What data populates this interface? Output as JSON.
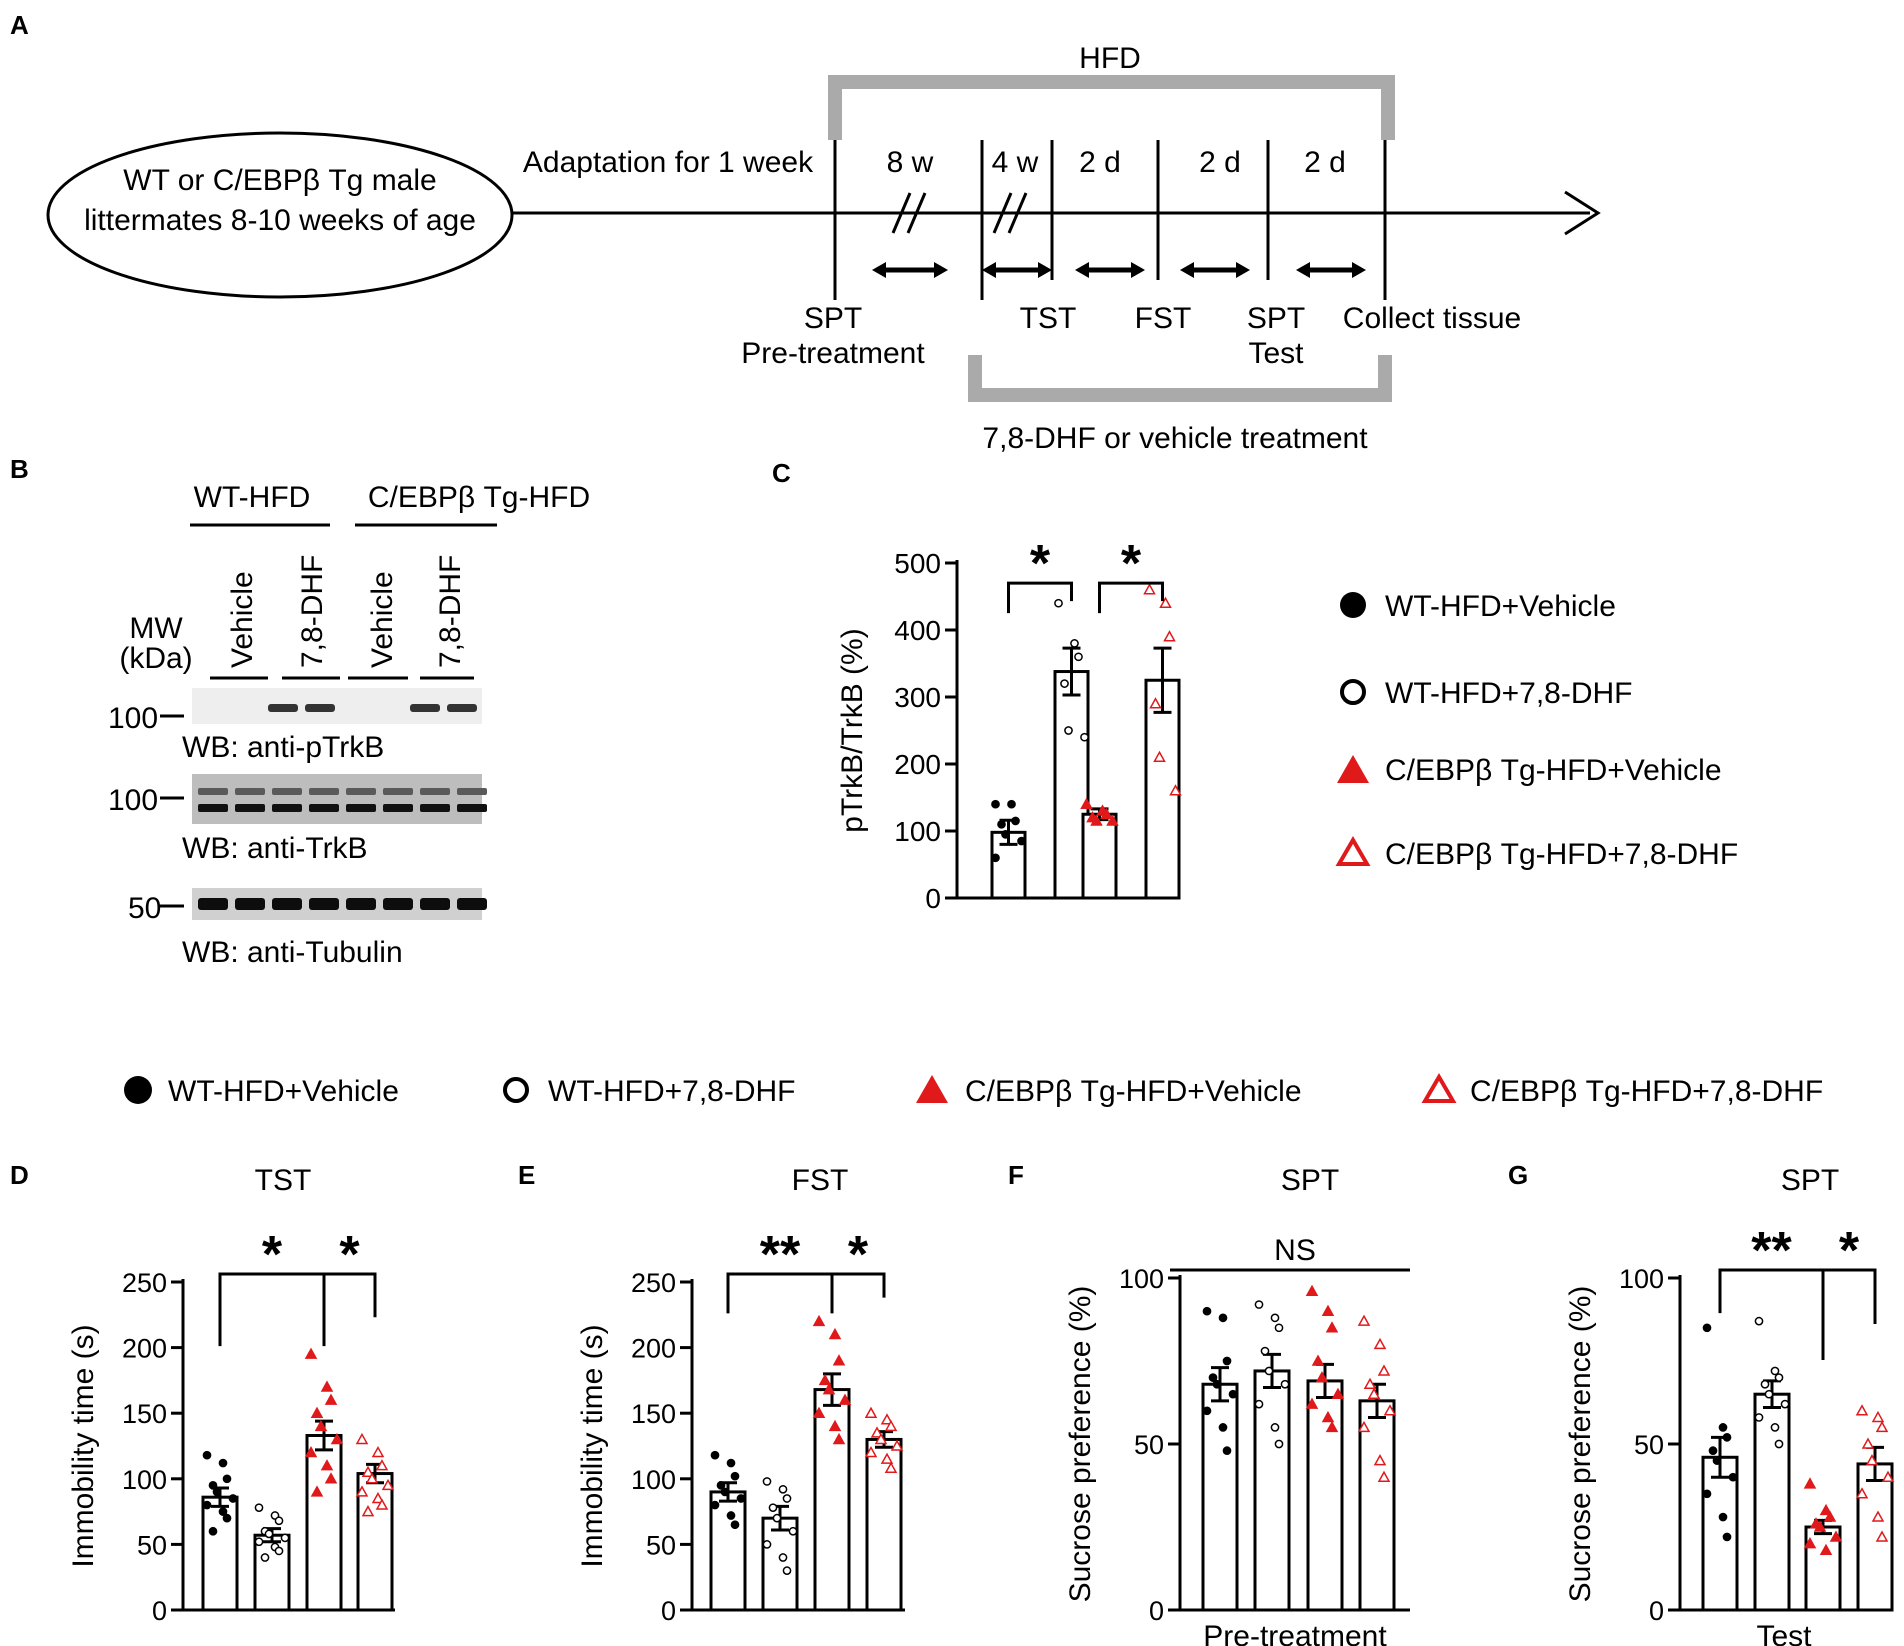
{
  "panel_labels": {
    "a": "A",
    "b": "B",
    "c": "C",
    "d": "D",
    "e": "E",
    "f": "F",
    "g": "G"
  },
  "timeline": {
    "cohort_line1": "WT or C/EBPβ Tg male",
    "cohort_line2": "littermates 8-10 weeks of age",
    "hfd": "HFD",
    "adaptation": "Adaptation for 1 week",
    "periods": [
      "8 w",
      "4 w",
      "2 d",
      "2 d",
      "2 d"
    ],
    "events": {
      "spt_pre_1": "SPT",
      "spt_pre_2": "Pre-treatment",
      "tst": "TST",
      "fst": "FST",
      "spt_test_1": "SPT",
      "spt_test_2": "Test",
      "collect": "Collect tissue"
    },
    "treatment": "7,8-DHF or vehicle treatment"
  },
  "blot": {
    "group1": "WT-HFD",
    "group2": "C/EBPβ Tg-HFD",
    "lanes": [
      "Vehicle",
      "7,8-DHF",
      "Vehicle",
      "7,8-DHF"
    ],
    "mw_line1": "MW",
    "mw_line2": "(kDa)",
    "rows": [
      {
        "mw": "100",
        "label": "WB: anti-pTrkB"
      },
      {
        "mw": "100",
        "label": "WB: anti-TrkB"
      },
      {
        "mw": "50",
        "label": "WB: anti-Tubulin"
      }
    ]
  },
  "legend_c": [
    {
      "label": "WT-HFD+Vehicle",
      "marker": "filled-circle",
      "color": "#000000"
    },
    {
      "label": "WT-HFD+7,8-DHF",
      "marker": "open-circle",
      "color": "#000000"
    },
    {
      "label": "C/EBPβ Tg-HFD+Vehicle",
      "marker": "filled-triangle",
      "color": "#e0191b"
    },
    {
      "label": "C/EBPβ Tg-HFD+7,8-DHF",
      "marker": "open-triangle",
      "color": "#e0191b"
    }
  ],
  "legend_main": [
    {
      "label": "WT-HFD+Vehicle",
      "marker": "filled-circle",
      "color": "#000000"
    },
    {
      "label": "WT-HFD+7,8-DHF",
      "marker": "open-circle",
      "color": "#000000"
    },
    {
      "label": "C/EBPβ Tg-HFD+Vehicle",
      "marker": "filled-triangle",
      "color": "#e0191b"
    },
    {
      "label": "C/EBPβ Tg-HFD+7,8-DHF",
      "marker": "open-triangle",
      "color": "#e0191b"
    }
  ],
  "chart_data": [
    {
      "id": "C",
      "type": "bar",
      "title": "",
      "ylabel": "pTrkB/TrkB (%)",
      "xlabel": "",
      "ylim": [
        0,
        500
      ],
      "yticks": [
        "0",
        "100",
        "200",
        "300",
        "400",
        "500"
      ],
      "values": [
        98,
        338,
        125,
        325
      ],
      "sem": [
        18,
        35,
        8,
        48
      ],
      "points": [
        [
          140,
          140,
          115,
          110,
          95,
          85,
          60
        ],
        [
          440,
          380,
          360,
          320,
          250,
          240
        ],
        [
          140,
          130,
          125,
          120,
          115,
          115
        ],
        [
          460,
          440,
          390,
          290,
          210,
          160
        ]
      ],
      "brackets": [
        {
          "from": 0,
          "to": 1,
          "label": "*"
        },
        {
          "from": 2,
          "to": 3,
          "label": "*"
        }
      ]
    },
    {
      "id": "D",
      "type": "bar",
      "title": "TST",
      "ylabel": "Immobility time (s)",
      "xlabel": "",
      "ylim": [
        0,
        250
      ],
      "yticks": [
        "0",
        "50",
        "100",
        "150",
        "200",
        "250"
      ],
      "values": [
        86,
        57,
        133,
        104
      ],
      "sem": [
        7,
        5,
        11,
        7
      ],
      "points": [
        [
          118,
          112,
          100,
          95,
          90,
          85,
          80,
          75,
          70,
          60
        ],
        [
          78,
          72,
          68,
          60,
          58,
          55,
          52,
          48,
          45,
          40
        ],
        [
          195,
          170,
          160,
          150,
          140,
          130,
          120,
          110,
          100,
          90
        ],
        [
          130,
          120,
          110,
          105,
          100,
          95,
          90,
          85,
          80,
          75
        ]
      ],
      "brackets": [
        {
          "from": 0,
          "to": 2,
          "label": "*"
        },
        {
          "from": 2,
          "to": 3,
          "label": "*"
        }
      ]
    },
    {
      "id": "E",
      "type": "bar",
      "title": "FST",
      "ylabel": "Immobility time (s)",
      "xlabel": "",
      "ylim": [
        0,
        250
      ],
      "yticks": [
        "0",
        "50",
        "100",
        "150",
        "200",
        "250"
      ],
      "values": [
        90,
        70,
        168,
        130
      ],
      "sem": [
        7,
        9,
        12,
        6
      ],
      "points": [
        [
          118,
          112,
          102,
          95,
          90,
          85,
          80,
          72,
          65
        ],
        [
          98,
          92,
          85,
          78,
          70,
          60,
          50,
          40,
          30
        ],
        [
          220,
          210,
          190,
          175,
          168,
          160,
          150,
          140,
          130
        ],
        [
          150,
          145,
          140,
          135,
          130,
          125,
          120,
          115,
          108
        ]
      ],
      "brackets": [
        {
          "from": 0,
          "to": 2,
          "label": "**"
        },
        {
          "from": 2,
          "to": 3,
          "label": "*"
        }
      ]
    },
    {
      "id": "F",
      "type": "bar",
      "title": "SPT",
      "ylabel": "Sucrose preference (%)",
      "xlabel": "Pre-treatment",
      "ylim": [
        0,
        100
      ],
      "yticks": [
        "0",
        "50",
        "100"
      ],
      "values": [
        68,
        72,
        69,
        63
      ],
      "sem": [
        5,
        5,
        5,
        5
      ],
      "points": [
        [
          90,
          88,
          75,
          70,
          68,
          65,
          60,
          55,
          48
        ],
        [
          92,
          88,
          85,
          78,
          72,
          68,
          62,
          55,
          50
        ],
        [
          96,
          90,
          85,
          75,
          70,
          65,
          62,
          58,
          55
        ],
        [
          87,
          80,
          72,
          68,
          65,
          60,
          55,
          45,
          40
        ]
      ],
      "brackets": [
        {
          "from": 0,
          "to": 3,
          "label": "NS",
          "type": "line"
        }
      ]
    },
    {
      "id": "G",
      "type": "bar",
      "title": "SPT",
      "ylabel": "Sucrose preference (%)",
      "xlabel": "Test",
      "ylim": [
        0,
        100
      ],
      "yticks": [
        "0",
        "50",
        "100"
      ],
      "values": [
        46,
        65,
        25,
        44
      ],
      "sem": [
        6,
        4,
        2,
        5
      ],
      "points": [
        [
          85,
          55,
          52,
          48,
          45,
          40,
          35,
          28,
          22
        ],
        [
          87,
          72,
          70,
          68,
          65,
          62,
          58,
          55,
          50
        ],
        [
          38,
          30,
          28,
          26,
          25,
          22,
          20,
          18
        ],
        [
          60,
          58,
          55,
          50,
          45,
          40,
          35,
          28,
          22
        ]
      ],
      "brackets": [
        {
          "from": 0,
          "to": 2,
          "label": "**"
        },
        {
          "from": 2,
          "to": 3,
          "label": "*"
        }
      ]
    }
  ]
}
